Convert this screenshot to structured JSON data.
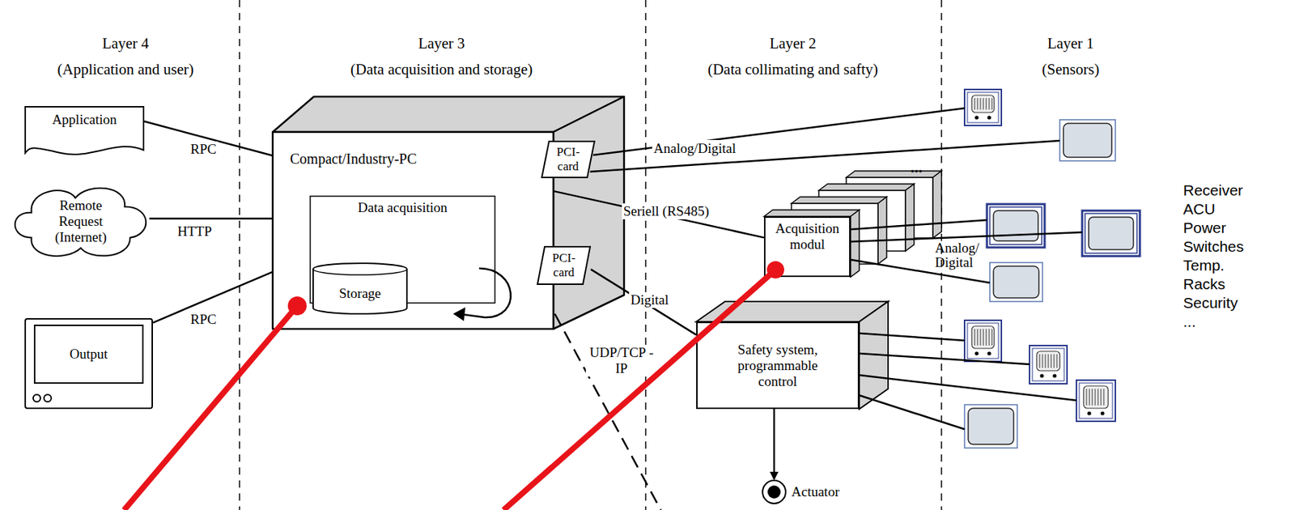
{
  "diagram": {
    "nodes": [
      {
        "text": [
          "Application"
        ]
      },
      {
        "text": [
          "Remote Request (Internet)"
        ]
      },
      {
        "text": [
          "Output"
        ]
      },
      {
        "text": [
          "Compact/Industry-PC"
        ]
      },
      {
        "text": [
          "Data acquisition"
        ],
        "in": 3
      },
      {
        "text": [
          "Storage"
        ],
        "in": 4
      },
      {
        "text": [
          "PCI-card"
        ],
        "in": 3
      },
      {
        "text": [
          "PCI-card"
        ],
        "in": 3
      },
      {
        "text": [
          "Acquisition modul"
        ]
      },
      {
        "text": [
          "Safety system, programmable control"
        ]
      },
      {
        "text": [
          "Actuator"
        ]
      }
    ],
    "edges": [
      {
        "from": 0,
        "to": 3,
        "label": "RPC",
        "arrow": "none"
      },
      {
        "from": 1,
        "to": 3,
        "label": "HTTP",
        "arrow": "none"
      },
      {
        "from": 2,
        "to": 3,
        "label": "RPC",
        "arrow": "none"
      },
      {
        "from": 3,
        "to": 8,
        "label": "Seriell (RS485)",
        "arrow": "none"
      },
      {
        "from": 7,
        "to": 9,
        "label": "Digital",
        "arrow": "none"
      },
      {
        "from": 9,
        "to": 10,
        "arrow": "to"
      }
    ],
    "labels": [
      "Layer 4",
      "(Application and user)",
      "Layer 3",
      "(Data acquisition and storage)",
      "Layer 2",
      "(Data collimating and safty)",
      "Layer 1",
      "(Sensors)",
      "Analog/Digital",
      "Analog/ Digital",
      "UDP/TCP -IP",
      "...",
      "Receiver",
      "ACU",
      "Power",
      "Switches",
      "Temp.",
      "Racks",
      "Security",
      "..."
    ]
  }
}
